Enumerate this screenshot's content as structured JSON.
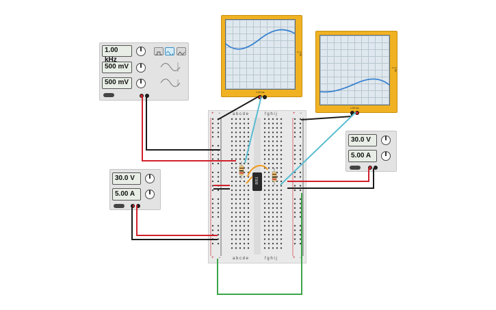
{
  "function_generator": {
    "frequency": "1.00 kHz",
    "amplitude": "500 mV",
    "dc_offset": "500 mV",
    "waveforms": [
      "square-wave-icon",
      "sine-wave-icon",
      "triangle-wave-icon"
    ],
    "selected_waveform": "sine"
  },
  "power_supply_left": {
    "voltage": "30.0 V",
    "current": "5.00 A"
  },
  "power_supply_right": {
    "voltage": "30.0 V",
    "current": "5.00 A"
  },
  "oscilloscope_1": {
    "time_label": "1.00 ms",
    "volt_label": "2.00 V"
  },
  "oscilloscope_2": {
    "time_label": "1.00 ms",
    "volt_label": "2.00 V"
  },
  "breadboard": {
    "col_letters_left": "a b c d e",
    "col_letters_right": "f g h i j",
    "rail_plus": "+",
    "rail_minus": "−"
  },
  "ic": {
    "label": "8051"
  },
  "colors": {
    "wire_red": "#d0202a",
    "wire_black": "#1a1a1a",
    "wire_cyan": "#58bcd0",
    "wire_green": "#3aa447",
    "wire_orange": "#f39a1c",
    "scope_body": "#f0b223"
  }
}
